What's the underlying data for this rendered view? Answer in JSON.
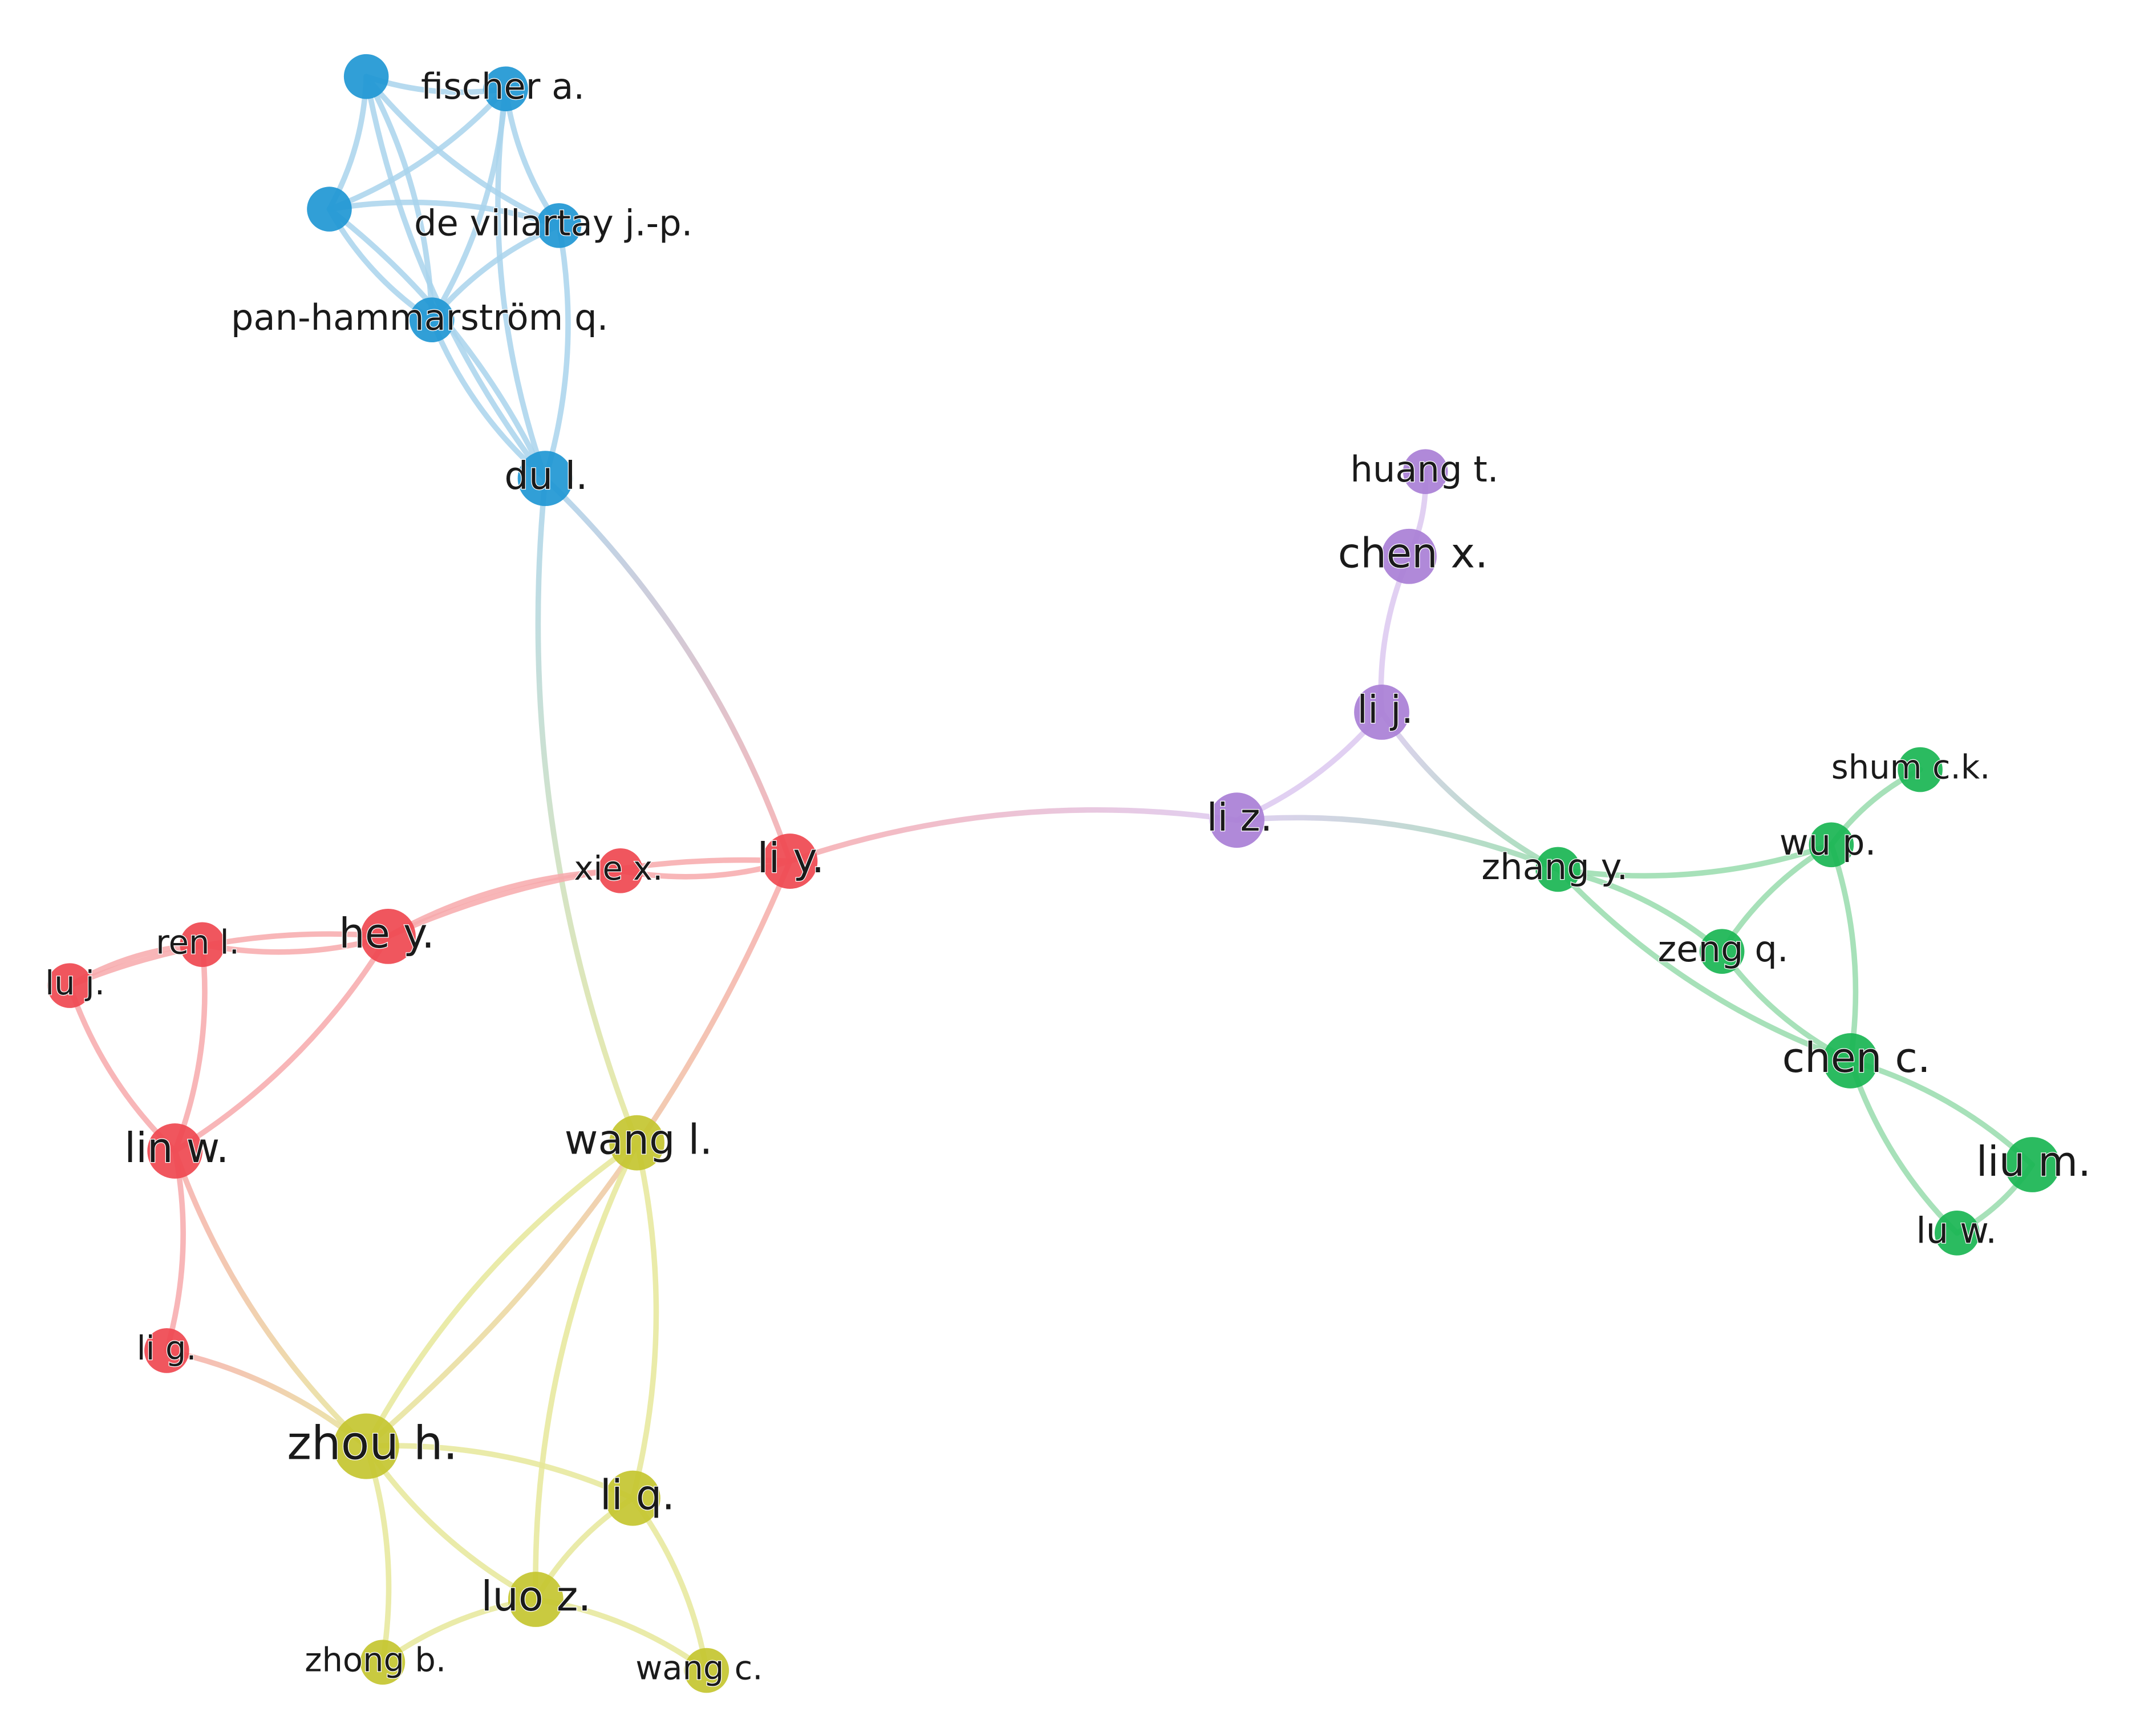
{
  "clusters": [
    {
      "id": "blue",
      "color": "#1f97d4",
      "edge_color": "#a9d3ec"
    },
    {
      "id": "red",
      "color": "#ef4850",
      "edge_color": "#f7a9ab"
    },
    {
      "id": "yellow",
      "color": "#c4c630",
      "edge_color": "#e6e79a"
    },
    {
      "id": "purple",
      "color": "#a97fd6",
      "edge_color": "#dcc8f0"
    },
    {
      "id": "green",
      "color": "#19b552",
      "edge_color": "#98dcad"
    }
  ],
  "nodes": [
    {
      "id": "blue-a",
      "label": "",
      "cluster": "blue",
      "weight": 3
    },
    {
      "id": "fischer-a",
      "label": "fischer a.",
      "cluster": "blue",
      "weight": 3
    },
    {
      "id": "blue-b",
      "label": "",
      "cluster": "blue",
      "weight": 3
    },
    {
      "id": "de-villartay-jp",
      "label": "de villartay j.-p.",
      "cluster": "blue",
      "weight": 3
    },
    {
      "id": "pan-hammarstrom-q",
      "label": "pan-hammarström q.",
      "cluster": "blue",
      "weight": 3
    },
    {
      "id": "du-l",
      "label": "du l.",
      "cluster": "blue",
      "weight": 4
    },
    {
      "id": "huang-t",
      "label": "huang t.",
      "cluster": "purple",
      "weight": 3
    },
    {
      "id": "chen-x",
      "label": "chen x.",
      "cluster": "purple",
      "weight": 4
    },
    {
      "id": "li-j",
      "label": "li j.",
      "cluster": "purple",
      "weight": 4
    },
    {
      "id": "li-z",
      "label": "li z.",
      "cluster": "purple",
      "weight": 4
    },
    {
      "id": "li-y",
      "label": "li y.",
      "cluster": "red",
      "weight": 4
    },
    {
      "id": "xie-x",
      "label": "xie x.",
      "cluster": "red",
      "weight": 3
    },
    {
      "id": "he-y",
      "label": "he y.",
      "cluster": "red",
      "weight": 4
    },
    {
      "id": "ren-l",
      "label": "ren l.",
      "cluster": "red",
      "weight": 3
    },
    {
      "id": "lu-j",
      "label": "lu j.",
      "cluster": "red",
      "weight": 3
    },
    {
      "id": "lin-w",
      "label": "lin w.",
      "cluster": "red",
      "weight": 4
    },
    {
      "id": "li-g",
      "label": "li g.",
      "cluster": "red",
      "weight": 3
    },
    {
      "id": "wang-l",
      "label": "wang l.",
      "cluster": "yellow",
      "weight": 4
    },
    {
      "id": "zhou-h",
      "label": "zhou h.",
      "cluster": "yellow",
      "weight": 5
    },
    {
      "id": "li-q",
      "label": "li q.",
      "cluster": "yellow",
      "weight": 4
    },
    {
      "id": "luo-z",
      "label": "luo z.",
      "cluster": "yellow",
      "weight": 4
    },
    {
      "id": "zhong-b",
      "label": "zhong b.",
      "cluster": "yellow",
      "weight": 3
    },
    {
      "id": "wang-c",
      "label": "wang c.",
      "cluster": "yellow",
      "weight": 3
    },
    {
      "id": "shum-ck",
      "label": "shum c.k.",
      "cluster": "green",
      "weight": 3
    },
    {
      "id": "wu-p",
      "label": "wu p.",
      "cluster": "green",
      "weight": 3
    },
    {
      "id": "zhang-y",
      "label": "zhang y.",
      "cluster": "green",
      "weight": 3
    },
    {
      "id": "zeng-q",
      "label": "zeng q.",
      "cluster": "green",
      "weight": 3
    },
    {
      "id": "chen-c",
      "label": "chen c.",
      "cluster": "green",
      "weight": 4
    },
    {
      "id": "liu-m",
      "label": "liu m.",
      "cluster": "green",
      "weight": 4
    },
    {
      "id": "lu-w",
      "label": "lu w.",
      "cluster": "green",
      "weight": 3
    }
  ],
  "edges": [
    {
      "source": "blue-a",
      "target": "fischer-a"
    },
    {
      "source": "blue-a",
      "target": "blue-b"
    },
    {
      "source": "blue-a",
      "target": "de-villartay-jp"
    },
    {
      "source": "blue-a",
      "target": "pan-hammarstrom-q"
    },
    {
      "source": "blue-a",
      "target": "du-l"
    },
    {
      "source": "fischer-a",
      "target": "blue-b"
    },
    {
      "source": "fischer-a",
      "target": "de-villartay-jp"
    },
    {
      "source": "fischer-a",
      "target": "pan-hammarstrom-q"
    },
    {
      "source": "fischer-a",
      "target": "du-l"
    },
    {
      "source": "blue-b",
      "target": "de-villartay-jp"
    },
    {
      "source": "blue-b",
      "target": "pan-hammarstrom-q"
    },
    {
      "source": "blue-b",
      "target": "du-l"
    },
    {
      "source": "de-villartay-jp",
      "target": "pan-hammarstrom-q"
    },
    {
      "source": "de-villartay-jp",
      "target": "du-l"
    },
    {
      "source": "pan-hammarstrom-q",
      "target": "du-l"
    },
    {
      "source": "du-l",
      "target": "li-y"
    },
    {
      "source": "du-l",
      "target": "wang-l"
    },
    {
      "source": "huang-t",
      "target": "chen-x"
    },
    {
      "source": "chen-x",
      "target": "li-j"
    },
    {
      "source": "li-j",
      "target": "li-z"
    },
    {
      "source": "li-j",
      "target": "zhang-y"
    },
    {
      "source": "li-z",
      "target": "zhang-y"
    },
    {
      "source": "li-z",
      "target": "li-y"
    },
    {
      "source": "li-y",
      "target": "xie-x"
    },
    {
      "source": "li-y",
      "target": "he-y"
    },
    {
      "source": "li-y",
      "target": "zhou-h"
    },
    {
      "source": "xie-x",
      "target": "he-y"
    },
    {
      "source": "he-y",
      "target": "ren-l"
    },
    {
      "source": "he-y",
      "target": "lu-j"
    },
    {
      "source": "he-y",
      "target": "lin-w"
    },
    {
      "source": "ren-l",
      "target": "lu-j"
    },
    {
      "source": "ren-l",
      "target": "lin-w"
    },
    {
      "source": "lu-j",
      "target": "lin-w"
    },
    {
      "source": "lin-w",
      "target": "li-g"
    },
    {
      "source": "lin-w",
      "target": "zhou-h"
    },
    {
      "source": "li-g",
      "target": "zhou-h"
    },
    {
      "source": "wang-l",
      "target": "zhou-h"
    },
    {
      "source": "wang-l",
      "target": "li-q"
    },
    {
      "source": "wang-l",
      "target": "luo-z"
    },
    {
      "source": "zhou-h",
      "target": "li-q"
    },
    {
      "source": "zhou-h",
      "target": "luo-z"
    },
    {
      "source": "zhou-h",
      "target": "zhong-b"
    },
    {
      "source": "li-q",
      "target": "luo-z"
    },
    {
      "source": "li-q",
      "target": "wang-c"
    },
    {
      "source": "luo-z",
      "target": "zhong-b"
    },
    {
      "source": "luo-z",
      "target": "wang-c"
    },
    {
      "source": "zhang-y",
      "target": "wu-p"
    },
    {
      "source": "zhang-y",
      "target": "zeng-q"
    },
    {
      "source": "zhang-y",
      "target": "chen-c"
    },
    {
      "source": "wu-p",
      "target": "shum-ck"
    },
    {
      "source": "wu-p",
      "target": "zeng-q"
    },
    {
      "source": "wu-p",
      "target": "chen-c"
    },
    {
      "source": "zeng-q",
      "target": "chen-c"
    },
    {
      "source": "chen-c",
      "target": "liu-m"
    },
    {
      "source": "chen-c",
      "target": "lu-w"
    },
    {
      "source": "liu-m",
      "target": "lu-w"
    }
  ]
}
